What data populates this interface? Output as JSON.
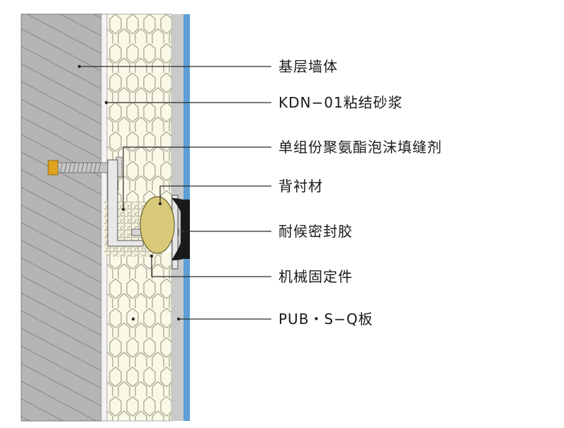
{
  "labels": [
    "基层墙体",
    "KDN−01粘结砂浆",
    "单组份聚氨酯泡沫填缝剂",
    "背衬材",
    "耐候密封胶",
    "机械固定件",
    "PUB・S−Q板"
  ],
  "colors": {
    "wall_fill": "#b5b5b5",
    "wall_hatch": "#6e6e6e",
    "mortar": "#f4f4f4",
    "insulation_cell": "#faf8e6",
    "insulation_stroke": "#8f8f7a",
    "face_gray": "#c9c9c9",
    "face_blue": "#5d9fd6",
    "bolt": "#e0a31e",
    "backer_rod": "#d8ca78",
    "sealant": "#1a1a1a",
    "bracket": "#e8e8e8",
    "leader": "#2a2a2a"
  }
}
